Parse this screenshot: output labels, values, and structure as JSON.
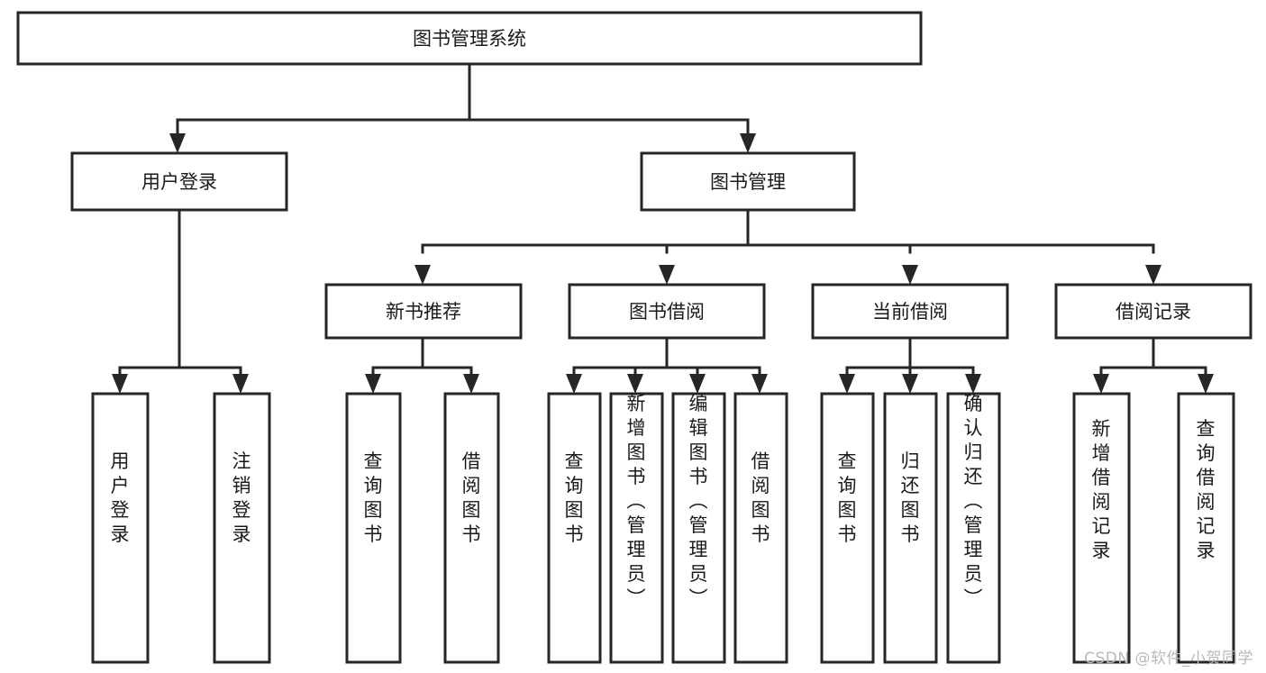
{
  "diagram": {
    "title": "图书管理系统",
    "type": "tree-hierarchy-chart",
    "root": {
      "id": "root",
      "label": "图书管理系统",
      "orientation": "horizontal"
    },
    "level2": [
      {
        "id": "user-login",
        "label": "用户登录",
        "orientation": "horizontal"
      },
      {
        "id": "book-manage",
        "label": "图书管理",
        "orientation": "horizontal"
      }
    ],
    "level3": [
      {
        "id": "new-book-recommend",
        "label": "新书推荐",
        "orientation": "horizontal"
      },
      {
        "id": "book-borrow",
        "label": "图书借阅",
        "orientation": "horizontal"
      },
      {
        "id": "current-borrow",
        "label": "当前借阅",
        "orientation": "horizontal"
      },
      {
        "id": "borrow-record",
        "label": "借阅记录",
        "orientation": "horizontal"
      }
    ],
    "leaves": [
      {
        "id": "leaf-user-login",
        "label": "用户登录",
        "parent": "user-login",
        "orientation": "vertical"
      },
      {
        "id": "leaf-logout-login",
        "label": "注销登录",
        "parent": "user-login",
        "orientation": "vertical"
      },
      {
        "id": "leaf-query-book-1",
        "label": "查询图书",
        "parent": "new-book-recommend",
        "orientation": "vertical"
      },
      {
        "id": "leaf-borrow-book-1",
        "label": "借阅图书",
        "parent": "new-book-recommend",
        "orientation": "vertical"
      },
      {
        "id": "leaf-query-book-2",
        "label": "查询图书",
        "parent": "book-borrow",
        "orientation": "vertical"
      },
      {
        "id": "leaf-add-book",
        "label": "新增图书（管理员）",
        "parent": "book-borrow",
        "orientation": "vertical"
      },
      {
        "id": "leaf-edit-book",
        "label": "编辑图书（管理员）",
        "parent": "book-borrow",
        "orientation": "vertical"
      },
      {
        "id": "leaf-borrow-book-2",
        "label": "借阅图书",
        "parent": "book-borrow",
        "orientation": "vertical"
      },
      {
        "id": "leaf-query-book-3",
        "label": "查询图书",
        "parent": "current-borrow",
        "orientation": "vertical"
      },
      {
        "id": "leaf-return-book",
        "label": "归还图书",
        "parent": "current-borrow",
        "orientation": "vertical"
      },
      {
        "id": "leaf-confirm-return",
        "label": "确认归还（管理员）",
        "parent": "current-borrow",
        "orientation": "vertical"
      },
      {
        "id": "leaf-add-record",
        "label": "新增借阅记录",
        "parent": "borrow-record",
        "orientation": "vertical"
      },
      {
        "id": "leaf-query-record",
        "label": "查询借阅记录",
        "parent": "borrow-record",
        "orientation": "vertical"
      }
    ],
    "colors": {
      "stroke": "#262626",
      "fill": "#ffffff",
      "text": "#1a1a1a",
      "background": "#ffffff",
      "watermark": "#b9b9b9"
    }
  },
  "watermark": {
    "text": "CSDN @软件_小贺同学"
  }
}
